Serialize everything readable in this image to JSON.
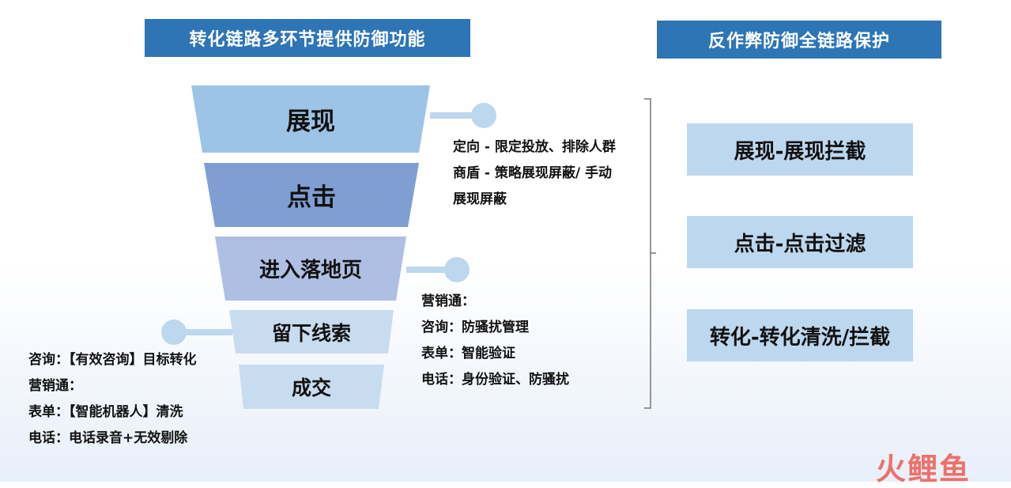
{
  "banners": {
    "left": "转化链路多环节提供防御功能",
    "right": "反作弊防御全链路保护"
  },
  "funnel": {
    "stages": [
      {
        "label": "展现",
        "color": "#9dc3e6"
      },
      {
        "label": "点击",
        "color": "#7f9fd3"
      },
      {
        "label": "进入落地页",
        "color": "#aebfe3"
      },
      {
        "label": "留下线索",
        "color": "#c8dcf0"
      },
      {
        "label": "成交",
        "color": "#c8dcf0"
      }
    ]
  },
  "notes": {
    "impression": [
      "定向 - 限定投放、排除人群",
      "商盾 - 策略展现屏蔽/ 手动",
      "展现屏蔽"
    ],
    "landing": [
      "营销通：",
      "咨询：防骚扰管理",
      "表单：智能验证",
      "电话：身份验证、防骚扰"
    ],
    "lead": [
      "咨询：【有效咨询】目标转化",
      "营销通：",
      "表单：【智能机器人】清洗",
      "电话：电话录音+无效剔除"
    ]
  },
  "defense": [
    "展现-展现拦截",
    "点击-点击过滤",
    "转化-转化清洗/拦截"
  ],
  "watermark": "火鲤鱼",
  "colors": {
    "banner": "#2e75b6",
    "defense_box": "#bdd7ee",
    "connector": "#bdd7ee",
    "bracket": "#777777"
  }
}
